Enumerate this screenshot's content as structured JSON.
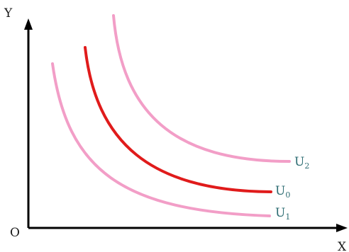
{
  "axes": {
    "y_label": "Y",
    "x_label": "X",
    "origin_label": "O"
  },
  "curves": [
    {
      "label_main": "U",
      "label_sub": "2",
      "color": "#f29ec7"
    },
    {
      "label_main": "U",
      "label_sub": "0",
      "color": "#e01b1b"
    },
    {
      "label_main": "U",
      "label_sub": "1",
      "color": "#f29ec7"
    }
  ],
  "colors": {
    "axis": "#000000",
    "label_text": "#2e6d73"
  }
}
